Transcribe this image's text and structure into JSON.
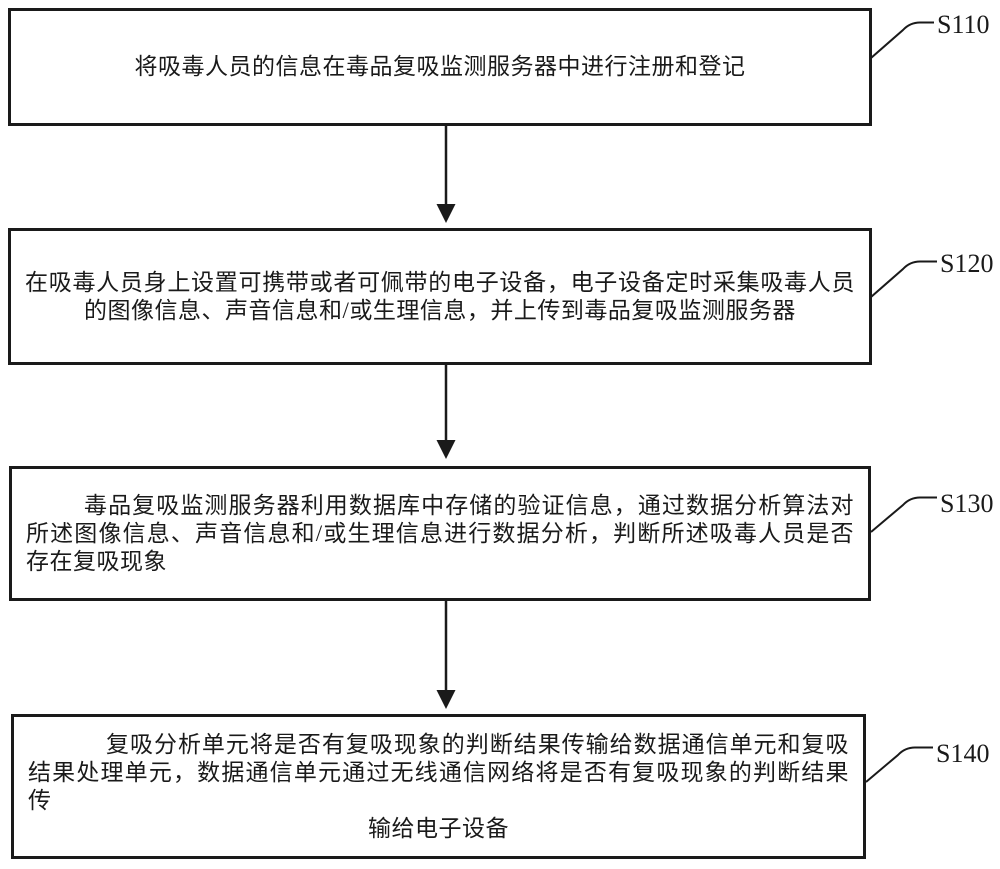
{
  "figure": {
    "type": "flowchart",
    "colors": {
      "background": "#ffffff",
      "ink": "#1a1a1a"
    },
    "steps": [
      {
        "label": "S110",
        "lines": [
          "将吸毒人员的信息在毒品复吸监测服务器中进行注册和登记"
        ]
      },
      {
        "label": "S120",
        "lines": [
          "在吸毒人员身上设置可携带或者可佩带的电子设备，电子设备定时采集吸毒人员",
          "的图像信息、声音信息和/或生理信息，并上传到毒品复吸监测服务器"
        ]
      },
      {
        "label": "S130",
        "lines": [
          "毒品复吸监测服务器利用数据库中存储的验证信息，通过数据分析算法对",
          "所述图像信息、声音信息和/或生理信息进行数据分析，判断所述吸毒人员是否",
          "存在复吸现象"
        ]
      },
      {
        "label": "S140",
        "lines": [
          "复吸分析单元将是否有复吸现象的判断结果传输给数据通信单元和复吸",
          "结果处理单元，数据通信单元通过无线通信网络将是否有复吸现象的判断结果传",
          "输给电子设备"
        ]
      }
    ]
  }
}
